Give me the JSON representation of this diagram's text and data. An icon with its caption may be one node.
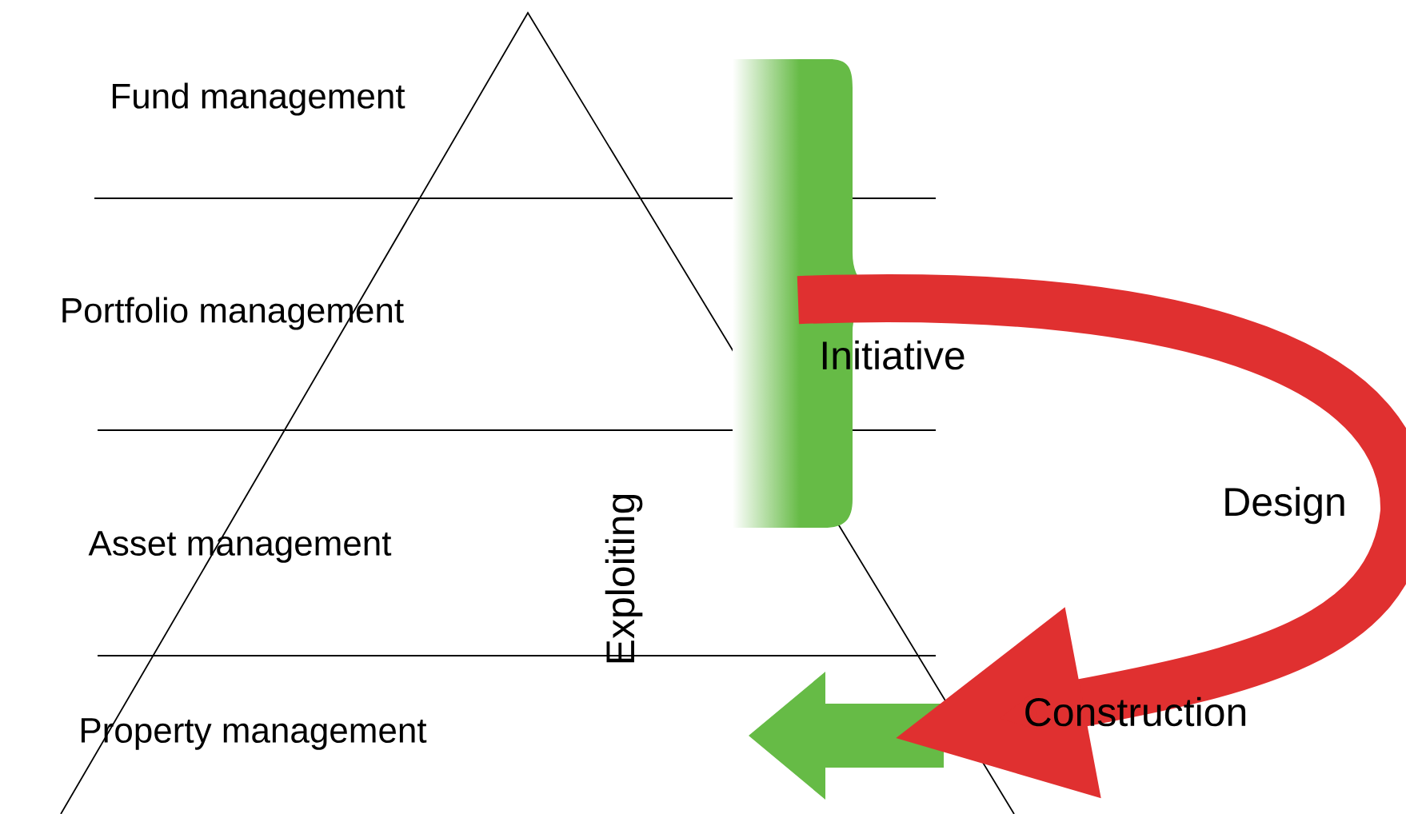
{
  "diagram": {
    "nodes": [
      {
        "text": [
          "Initiative"
        ]
      },
      {
        "text": [],
        "shape": "arrow"
      }
    ],
    "edges": [
      {
        "from": 0,
        "to": 1,
        "arrow": "to",
        "label": "Design",
        "color": "#e03030"
      }
    ],
    "labels": [
      "Fund management",
      "Portfolio management",
      "Asset management",
      "Property management",
      "Exploiting",
      "Construction"
    ]
  }
}
